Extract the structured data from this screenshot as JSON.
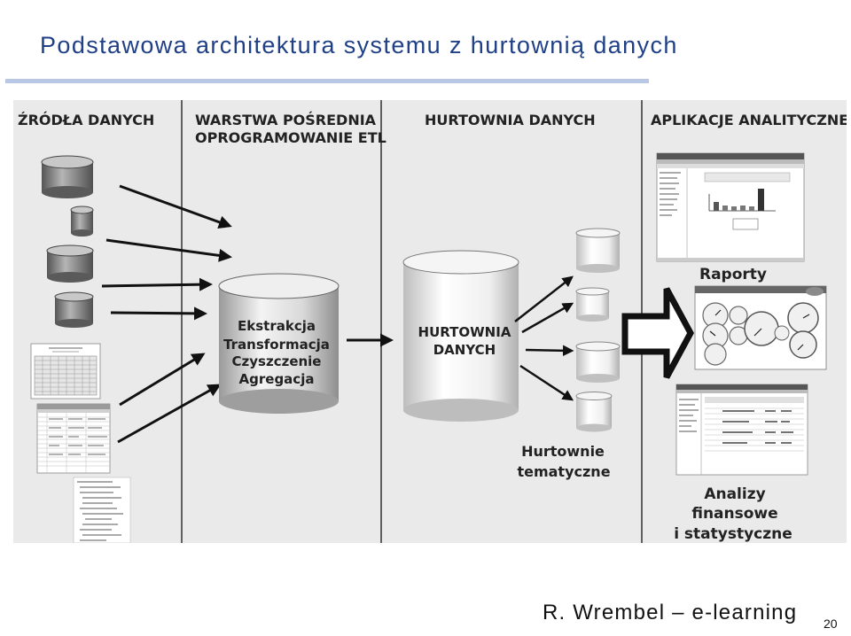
{
  "slide": {
    "title": "Podstawowa architektura systemu z hurtownią danych",
    "author": "R. Wrembel – e-learning",
    "page_number": "20"
  },
  "columns": {
    "sources": "ŹRÓDŁA DANYCH",
    "etl_line1": "WARSTWA POŚREDNIA",
    "etl_line2": "OPROGRAMOWANIE ETL",
    "warehouse": "HURTOWNIA DANYCH",
    "analytics": "APLIKACJE ANALITYCZNE"
  },
  "etl_cylinder": [
    "Ekstrakcja",
    "Transformacja",
    "Czyszczenie",
    "Agregacja"
  ],
  "warehouse_cylinder": [
    "HURTOWNIA",
    "DANYCH"
  ],
  "datamarts_label": [
    "Hurtownie",
    "tematyczne"
  ],
  "apps": {
    "reports": "Raporty",
    "analysis": [
      "Analizy",
      "finansowe",
      "i statystyczne"
    ]
  }
}
